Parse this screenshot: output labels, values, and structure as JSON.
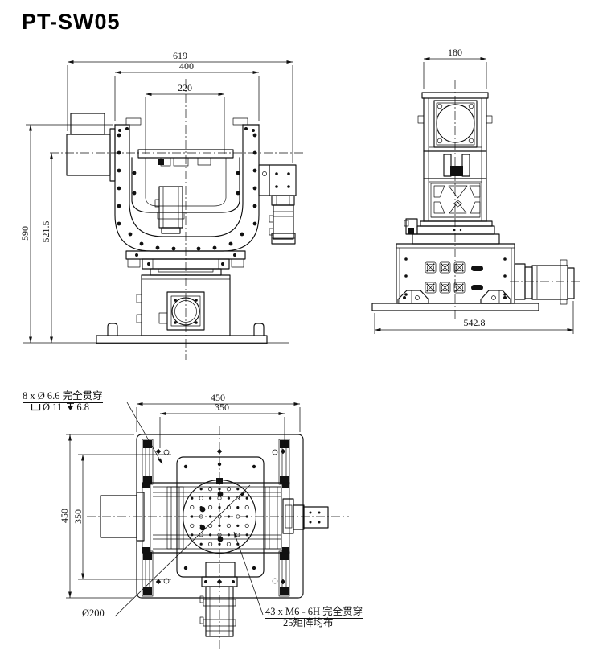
{
  "title": "PT-SW05",
  "front_view": {
    "dim_total_width": "619",
    "dim_yoke_width": "400",
    "dim_inner_width": "220",
    "dim_total_height": "590",
    "dim_axis_height": "521.5"
  },
  "side_view": {
    "dim_column_width": "180",
    "dim_base_width": "542.8"
  },
  "top_view": {
    "dim_plate_width": "450",
    "dim_hole_span_w": "350",
    "dim_plate_height": "450",
    "dim_hole_span_h": "350",
    "dim_platform_dia": "Ø200",
    "callout_corner_holes": {
      "line1": "8 x Ø 6.6 完全贯穿",
      "cbore_dia": "Ø 11",
      "cbore_depth": "6.8"
    },
    "callout_thread_holes": {
      "line1": "43 x  M6 - 6H  完全贯穿",
      "line2": "25矩阵均布"
    }
  },
  "colors": {
    "ink": "#111111",
    "background": "#ffffff"
  }
}
